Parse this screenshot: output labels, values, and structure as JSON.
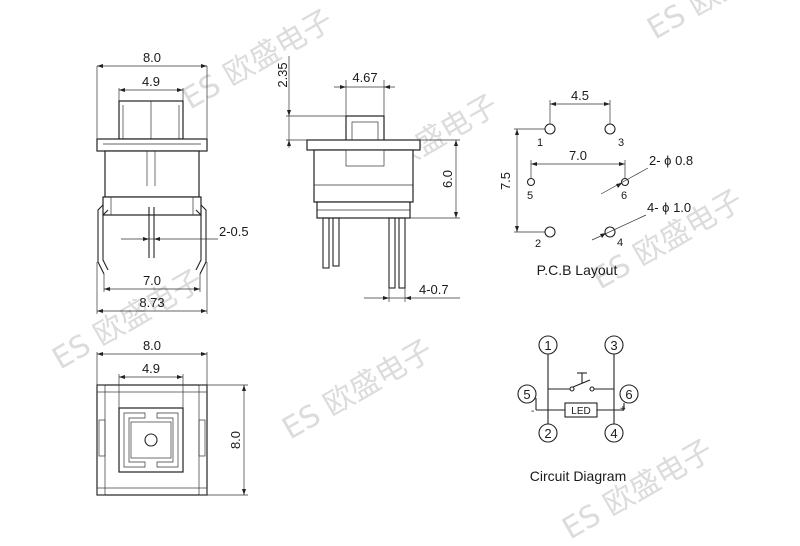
{
  "watermark": {
    "text": "ES 欧盛电子"
  },
  "front_view": {
    "dim_width": "8.0",
    "dim_cap": "4.9",
    "dim_pin_thick": "2-0.5",
    "dim_pin_span": "7.0",
    "dim_total": "8.73"
  },
  "side_view": {
    "dim_height_top": "2.35",
    "dim_cap": "4.67",
    "dim_body": "6.0",
    "dim_pins": "4-0.7"
  },
  "top_view": {
    "dim_width": "8.0",
    "dim_cap": "4.9",
    "dim_depth": "8.0"
  },
  "pcb": {
    "title": "P.C.B Layout",
    "dim_top": "4.5",
    "dim_mid": "7.0",
    "dim_side": "7.5",
    "hole_small": "2- ϕ 0.8",
    "hole_large": "4- ϕ 1.0",
    "pins": [
      "1",
      "2",
      "3",
      "4",
      "5",
      "6"
    ]
  },
  "circuit": {
    "title": "Circuit Diagram",
    "led_label": "LED",
    "minus": "-",
    "plus": "+",
    "pins": [
      "1",
      "2",
      "3",
      "4",
      "5",
      "6"
    ]
  }
}
